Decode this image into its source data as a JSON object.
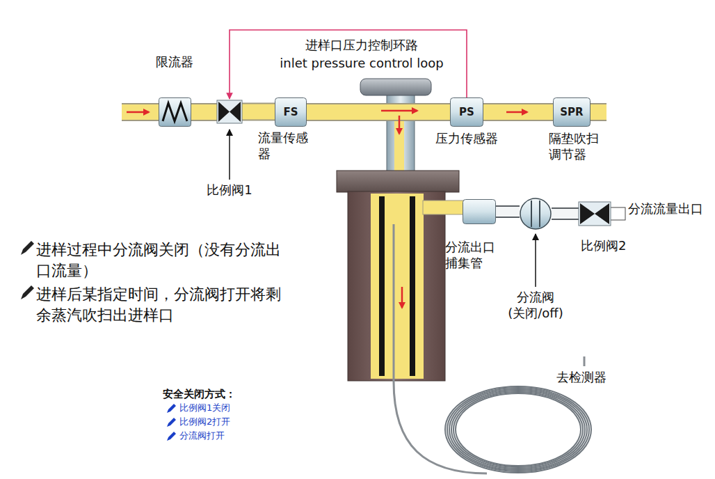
{
  "diagram": {
    "nodes": [
      {
        "text": [
          "限流器"
        ]
      },
      {
        "text": [
          "比例阀1"
        ]
      },
      {
        "text": [
          "FS",
          "流量传感器"
        ]
      },
      {
        "text": [
          "PS",
          "压力传感器"
        ]
      },
      {
        "text": [
          "SPR",
          "隔垫吹扫调节器"
        ]
      },
      {
        "text": [
          "分流出口捕集管"
        ]
      },
      {
        "text": [
          "分流阀 (关闭/off)"
        ]
      },
      {
        "text": [
          "比例阀2"
        ]
      }
    ],
    "edges": [
      {
        "from": 0,
        "to": 1,
        "arrow": "none"
      },
      {
        "from": 1,
        "to": 2,
        "arrow": "none"
      },
      {
        "from": 2,
        "to": 3,
        "arrow": "none"
      },
      {
        "from": 3,
        "to": 4,
        "arrow": "none"
      },
      {
        "from": 3,
        "to": 1,
        "arrow": "to"
      },
      {
        "from": 5,
        "to": 6,
        "arrow": "none"
      },
      {
        "from": 6,
        "to": 7,
        "arrow": "none"
      }
    ],
    "labels": [
      "进样口压力控制环路",
      "inlet pressure control loop",
      "分流流量出口",
      "去检测器",
      "进样过程中分流阀关闭（没有分流出口流量）",
      "进样后某指定时间，分流阀打开将剩余蒸汽吹扫出进样口",
      "安全关闭方式：",
      "比例阀1关闭",
      "比例阀2打开",
      "分流阀打开"
    ]
  }
}
